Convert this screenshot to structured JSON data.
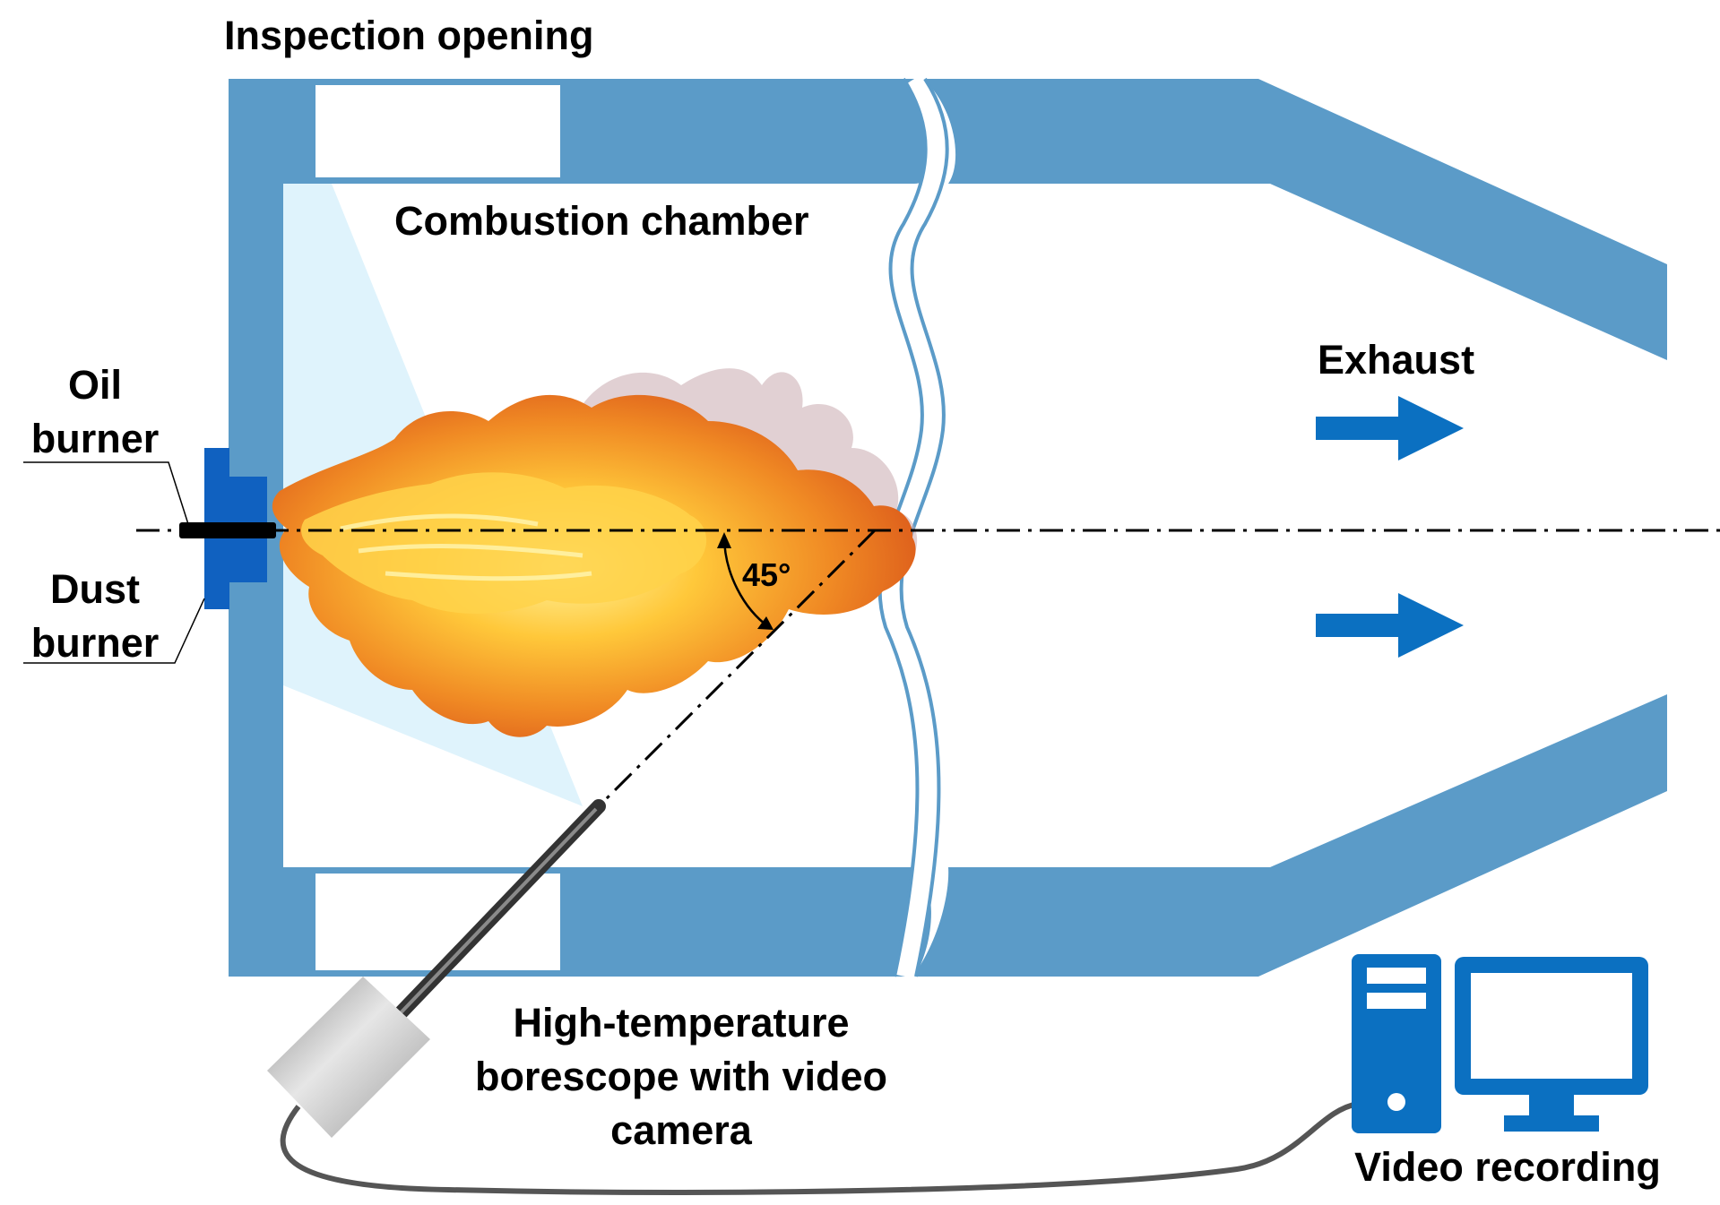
{
  "labels": {
    "inspection_opening": "Inspection opening",
    "combustion_chamber": "Combustion chamber",
    "oil_burner_line1": "Oil",
    "oil_burner_line2": "burner",
    "dust_burner_line1": "Dust",
    "dust_burner_line2": "burner",
    "exhaust": "Exhaust",
    "angle": "45°",
    "borescope_line1": "High-temperature",
    "borescope_line2": "borescope with video",
    "borescope_line3": "camera",
    "video_recording": "Video recording"
  },
  "colors": {
    "wall": "#5b9bc8",
    "icon_blue": "#0b70c1",
    "burner_blue": "#1061c0",
    "view_cone": "#dff3fc",
    "flame_outer": "#e8701a",
    "flame_inner": "#ffd24a",
    "smoke": "#c9a9ae",
    "camera_gray": "#b0b0b0",
    "cable": "#555555"
  },
  "icons": {
    "pc_tower": "computer-tower-icon",
    "monitor": "monitor-icon",
    "arrows": "arrow-right-icon"
  }
}
